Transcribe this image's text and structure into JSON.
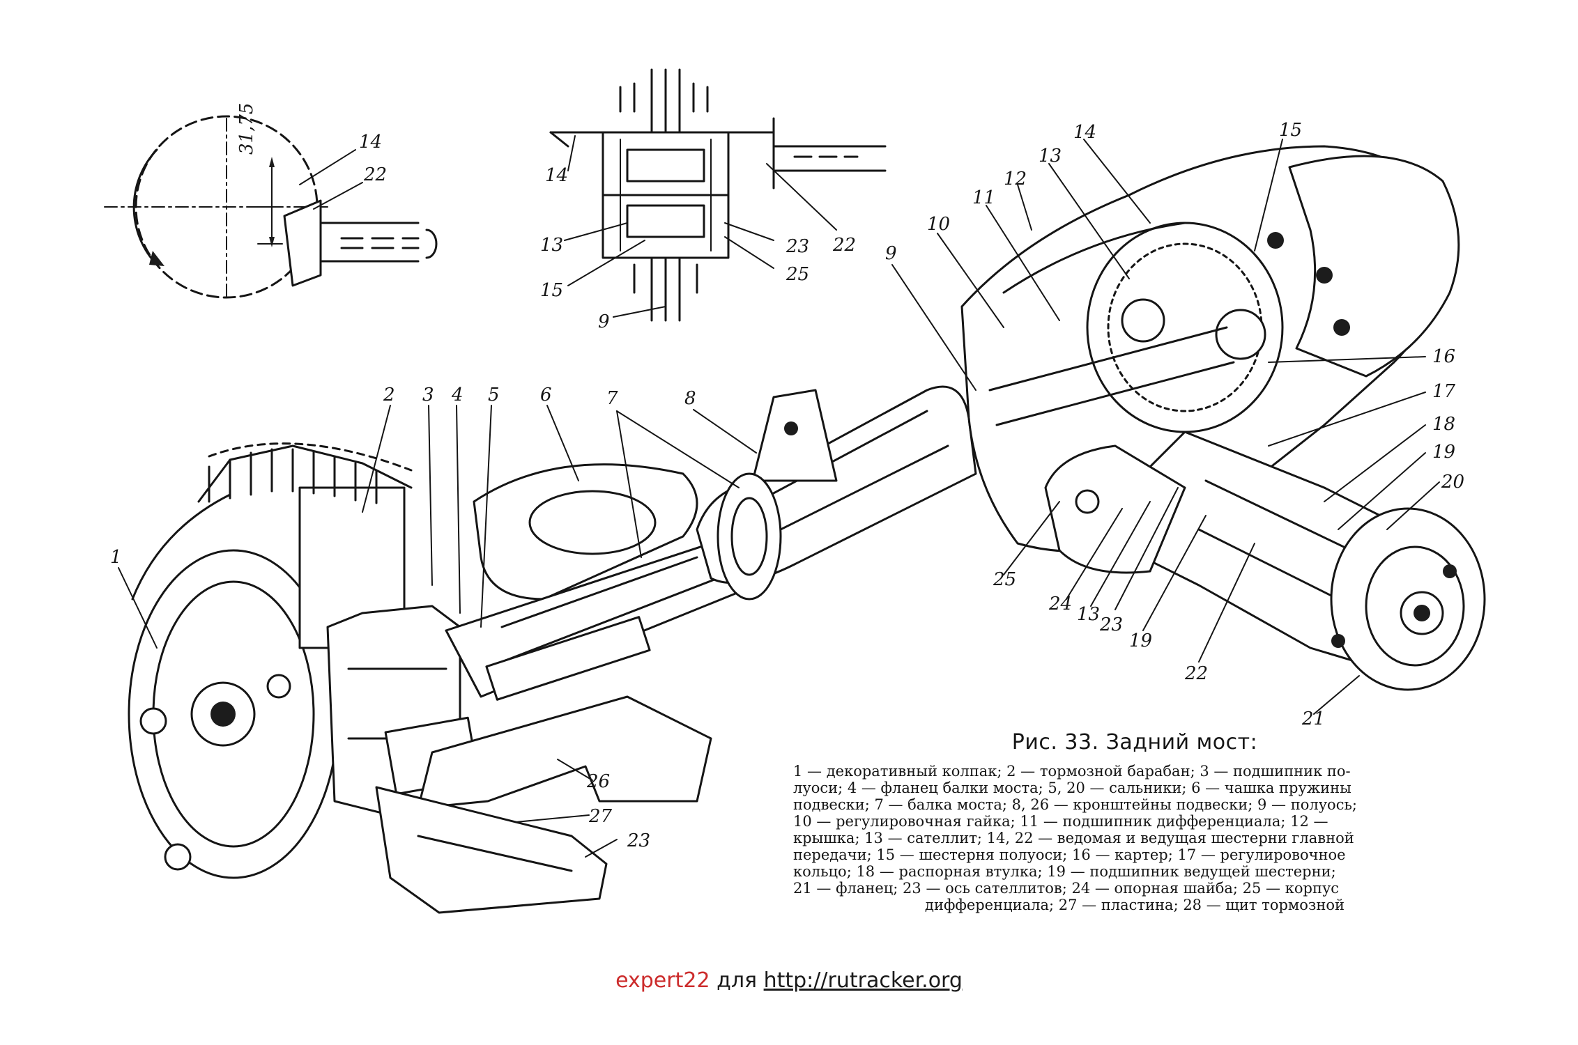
{
  "figure": {
    "title": "Рис. 33. Задний мост:",
    "legend_lines": [
      "1 — декоративный колпак; 2 — тормозной барабан; 3 — подшипник по-",
      "луоси; 4 — фланец балки моста; 5, 20 — сальники; 6 — чашка пружины",
      "подвески; 7 — балка моста; 8, 26 — кронштейны подвески; 9 — полуось;",
      "10 — регулировочная гайка; 11 — подшипник дифференциала; 12 —",
      "крышка; 13 — сателлит; 14, 22 — ведомая и ведущая шестерни главной",
      "передачи; 15 — шестерня полуоси; 16 — картер; 17 — регулировочное",
      "кольцо; 18 — распорная втулка; 19 — подшипник ведущей шестерни;",
      "21 — фланец; 23 — ось сателлитов; 24 — опорная шайба; 25 — корпус",
      "дифференциала; 27 — пластина; 28 — щит тормозной"
    ]
  },
  "inset_circle": {
    "dimension": "31,75",
    "labels": [
      "14",
      "22"
    ]
  },
  "inset_schematic": {
    "labels": [
      "14",
      "22",
      "13",
      "23",
      "15",
      "25",
      "9"
    ]
  },
  "main_callouts": {
    "left": [
      "1",
      "2",
      "3",
      "4",
      "5",
      "6",
      "7",
      "8"
    ],
    "right_top": [
      "9",
      "10",
      "11",
      "12",
      "13",
      "14",
      "15"
    ],
    "right_side": [
      "16",
      "17",
      "18",
      "19",
      "20",
      "21"
    ],
    "right_bottom": [
      "25",
      "24",
      "13",
      "23",
      "19",
      "22"
    ],
    "bottom": [
      "26",
      "27",
      "23"
    ]
  },
  "watermark": {
    "name": "expert22",
    "separator": " для ",
    "url": "http://rutracker.org"
  }
}
